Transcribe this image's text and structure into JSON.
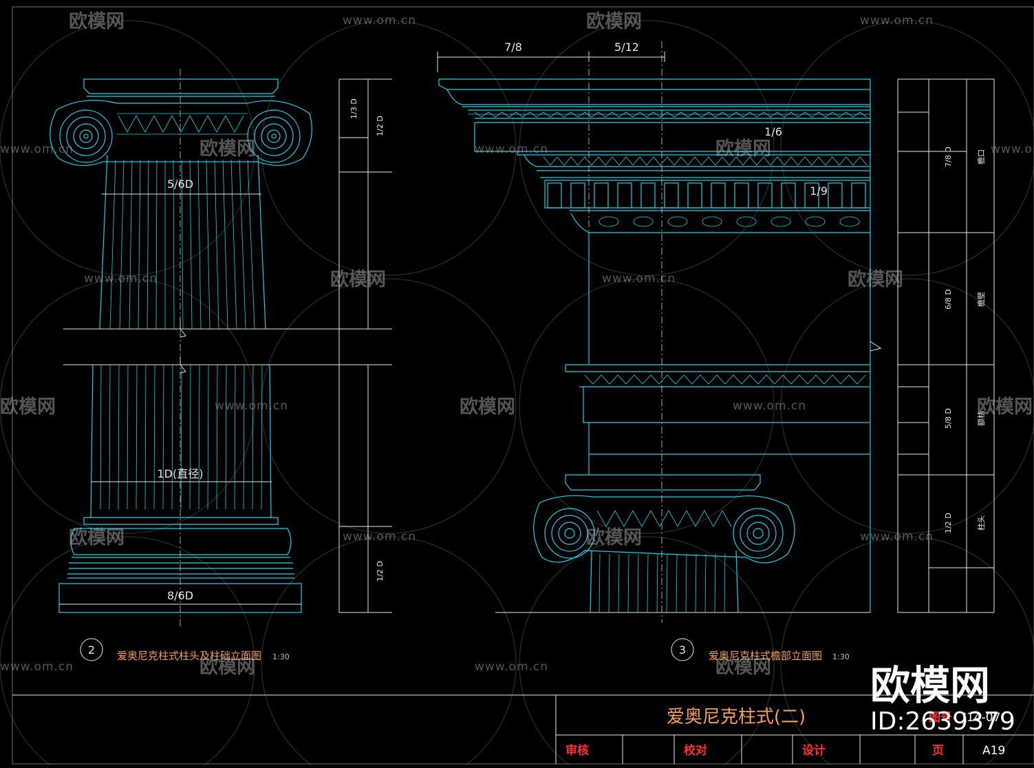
{
  "drawing": {
    "title": "爱奥尼克柱式(二)",
    "detail_left": {
      "number": "2",
      "caption": "爱奥尼克柱式柱头及柱础立面图",
      "scale": "1:30"
    },
    "detail_right": {
      "number": "3",
      "caption": "爱奥尼克柱式檐部立面图",
      "scale": "1:30"
    },
    "dims_left": {
      "shaft_top": "5/6D",
      "diameter": "1D(直径)",
      "base": "8/6D",
      "v1": "1/3 D",
      "v2": "1/2 D",
      "v3": "1/2 D"
    },
    "dims_right": {
      "top1": "7/8",
      "top2": "5/12",
      "d1": "1/6",
      "d2": "1/9"
    },
    "right_table": {
      "rows": [
        {
          "dim": "7/8 D",
          "label": "檐口"
        },
        {
          "dim": "6/8 D",
          "label": "檐壁"
        },
        {
          "dim": "5/8 D",
          "label": "额枋"
        },
        {
          "dim": "1/2 D",
          "label": "柱头"
        }
      ]
    }
  },
  "title_block": {
    "shenhe": "审核",
    "jiaodui": "校对",
    "sheji": "设计",
    "ye": "页",
    "page_no": "A19",
    "code_red": "图号",
    "code_white": "J14-07"
  },
  "watermarks": {
    "brand": "欧模网",
    "url": "www.om.cn",
    "big_brand": "欧模网",
    "id": "ID:2639379"
  },
  "colors": {
    "line": "#19d2e6",
    "white": "#e8e8e8",
    "caption": "#f0a060",
    "red": "#ff3030"
  }
}
